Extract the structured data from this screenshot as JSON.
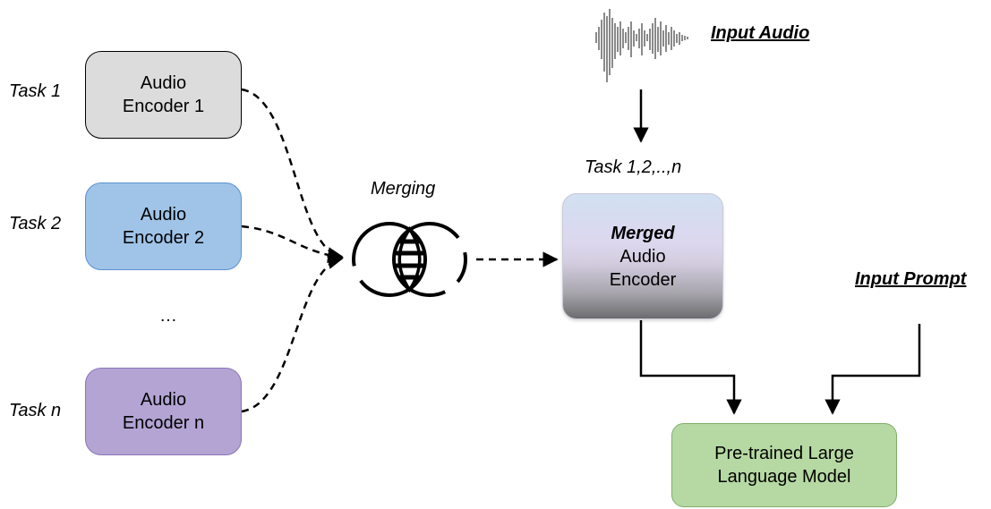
{
  "inputs": {
    "audio_label": "Input Audio",
    "prompt_label": "Input Prompt"
  },
  "tasks": [
    {
      "task": "Task 1",
      "encoder_line1": "Audio",
      "encoder_line2": "Encoder 1",
      "color": "#dcdcdc"
    },
    {
      "task": "Task 2",
      "encoder_line1": "Audio",
      "encoder_line2": "Encoder 2",
      "color": "#a0c4e8"
    },
    {
      "task": "Task n",
      "encoder_line1": "Audio",
      "encoder_line2": "Encoder n",
      "color": "#b3a4d4"
    }
  ],
  "ellipsis": "…",
  "merging_label": "Merging",
  "merged_task_label": "Task 1,2,..,n",
  "merged_encoder": {
    "line1": "Merged",
    "line2": "Audio",
    "line3": "Encoder"
  },
  "llm": {
    "line1": "Pre-trained Large",
    "line2": "Language Model",
    "color": "#b6d9a3"
  }
}
